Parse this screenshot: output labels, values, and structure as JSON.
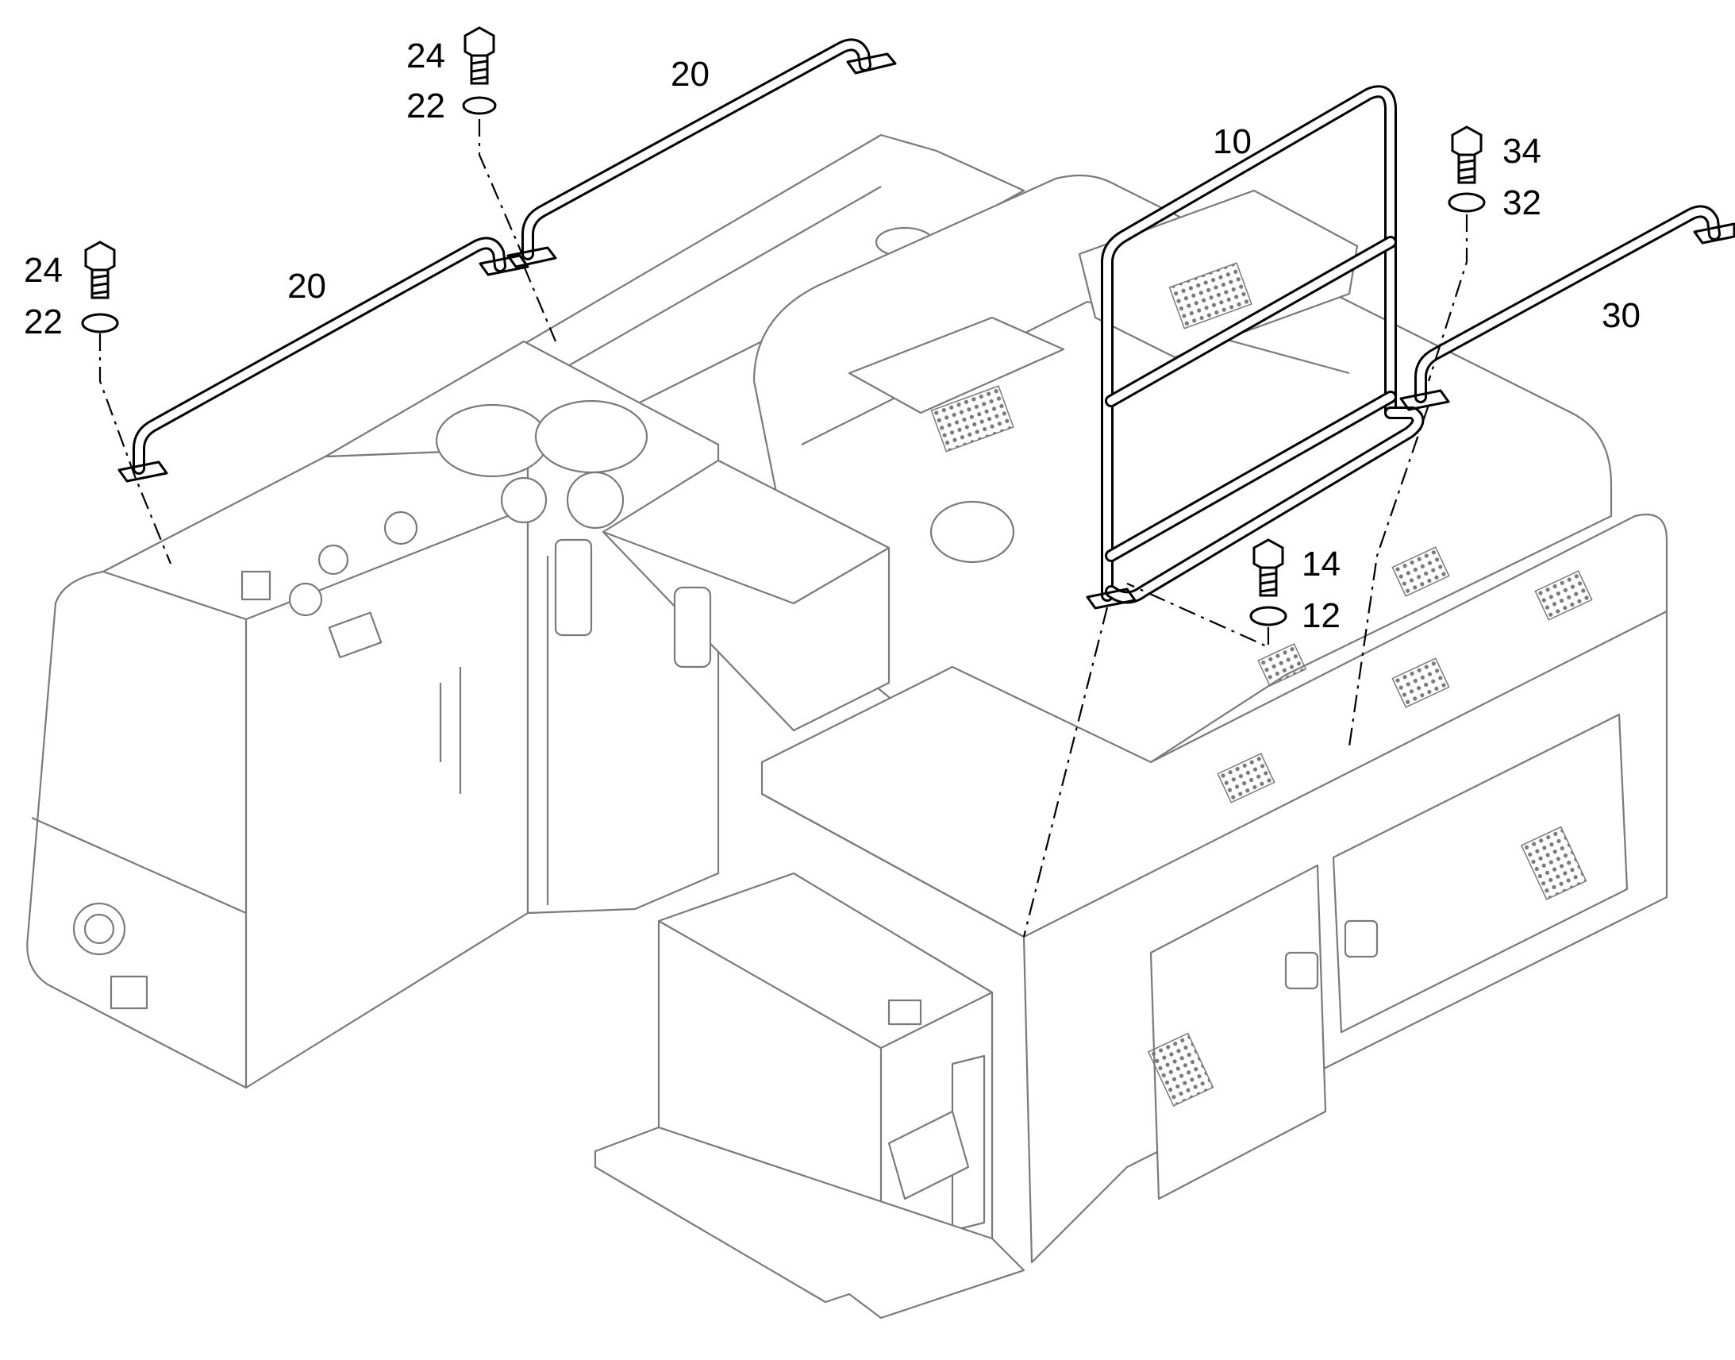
{
  "diagram": {
    "callouts": {
      "top_bolt_24": "24",
      "top_washer_22": "22",
      "top_rail_20": "20",
      "left_bolt_24": "24",
      "left_washer_22": "22",
      "left_rail_20": "20",
      "guard_10": "10",
      "bolt_34": "34",
      "washer_32": "32",
      "rail_30": "30",
      "bolt_14": "14",
      "washer_12": "12"
    },
    "colors": {
      "line": "#000000",
      "ghost": "#7a7a7a",
      "background": "#ffffff"
    }
  }
}
